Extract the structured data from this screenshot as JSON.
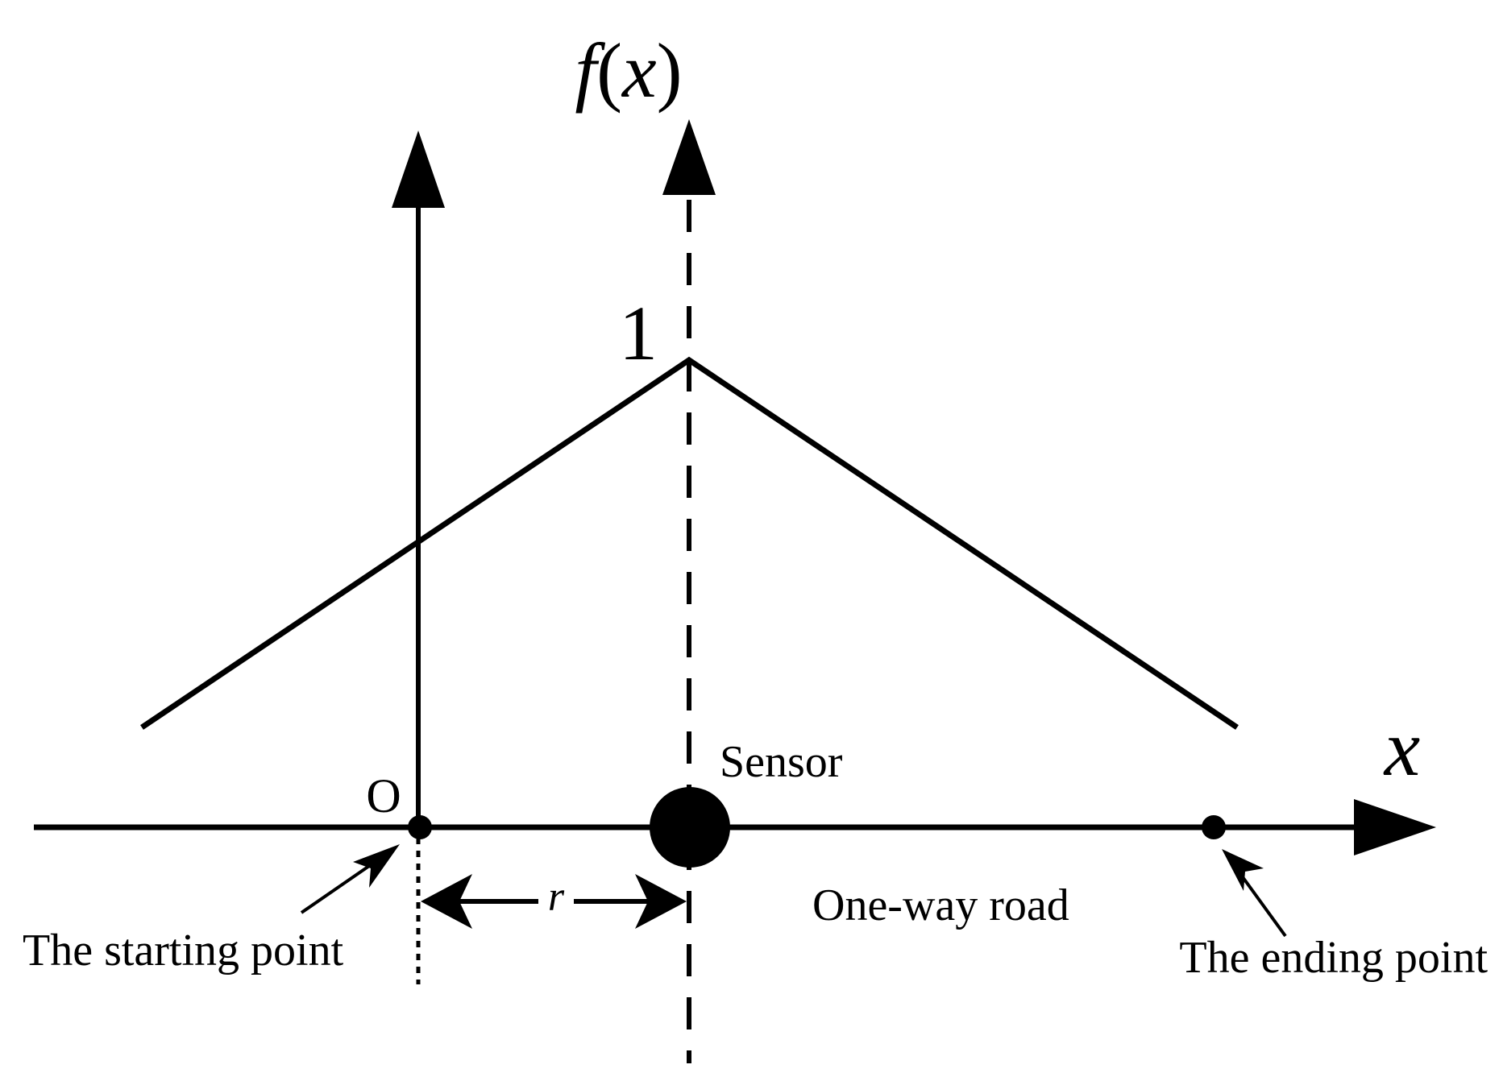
{
  "labels": {
    "fx_f": "f",
    "fx_open": "(",
    "fx_x": "x",
    "fx_close": ")",
    "peak_value": "1",
    "x_axis": "x",
    "origin": "O",
    "sensor": "Sensor",
    "r": "r",
    "road": "One-way road",
    "start": "The starting point",
    "end": "The ending point"
  },
  "colors": {
    "ink": "#000000",
    "background": "#ffffff"
  }
}
